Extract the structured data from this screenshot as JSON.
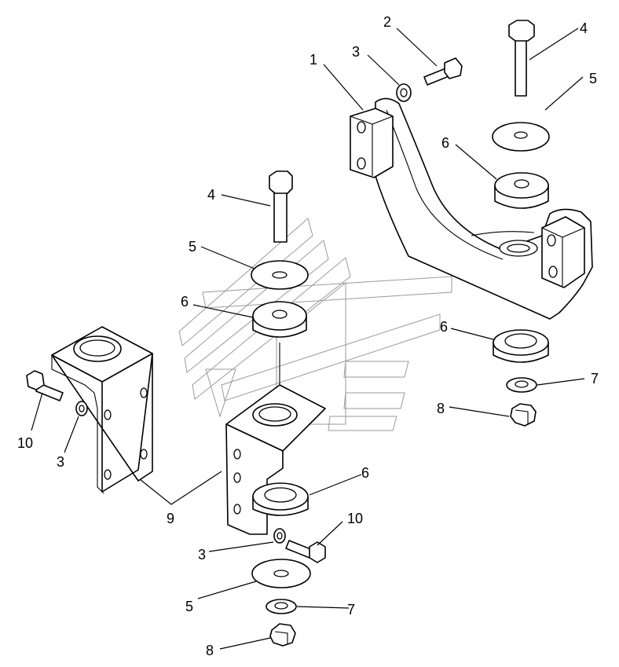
{
  "callouts": [
    {
      "id": "c1",
      "text": "1"
    },
    {
      "id": "c2",
      "text": "2"
    },
    {
      "id": "c3a",
      "text": "3"
    },
    {
      "id": "c3b",
      "text": "3"
    },
    {
      "id": "c3c",
      "text": "3"
    },
    {
      "id": "c4a",
      "text": "4"
    },
    {
      "id": "c4b",
      "text": "4"
    },
    {
      "id": "c5a",
      "text": "5"
    },
    {
      "id": "c5b",
      "text": "5"
    },
    {
      "id": "c5c",
      "text": "5"
    },
    {
      "id": "c6a",
      "text": "6"
    },
    {
      "id": "c6b",
      "text": "6"
    },
    {
      "id": "c6c",
      "text": "6"
    },
    {
      "id": "c6d",
      "text": "6"
    },
    {
      "id": "c7a",
      "text": "7"
    },
    {
      "id": "c7b",
      "text": "7"
    },
    {
      "id": "c8a",
      "text": "8"
    },
    {
      "id": "c8b",
      "text": "8"
    },
    {
      "id": "c9",
      "text": "9"
    },
    {
      "id": "c10a",
      "text": "10"
    },
    {
      "id": "c10b",
      "text": "10"
    }
  ]
}
